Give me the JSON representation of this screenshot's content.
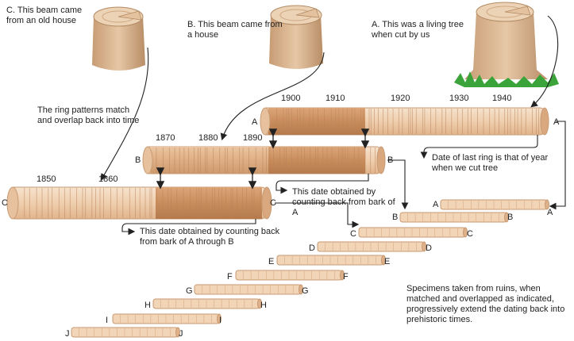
{
  "captions": {
    "beam_c": "C. This beam came from an old house",
    "beam_b": "B. This beam came from a house",
    "tree_a": "A. This was a living tree when cut by us"
  },
  "notes": {
    "rings_match": "The ring patterns match and overlap back into time",
    "last_ring": "Date of last ring is that of year when we cut tree",
    "count_back_a": "This date obtained by counting back from bark of A",
    "count_back_ab": "This date obtained by counting back from bark of A through B",
    "specimens": "Specimens taken from ruins, when matched and overlapped as indicated, progressively extend the dating back into prehistoric times."
  },
  "years": {
    "a": [
      "1900",
      "1910",
      "1920",
      "1930",
      "1940"
    ],
    "b": [
      "1870",
      "1880",
      "1890"
    ],
    "c": [
      "1850",
      "1860"
    ]
  },
  "beam_labels": {
    "a": "A",
    "b": "B",
    "c": "C",
    "d": "D",
    "e": "E",
    "f": "F",
    "g": "G",
    "h": "H",
    "i": "I",
    "j": "J"
  },
  "colors": {
    "wood_light": "#f1d3b6",
    "wood_dark": "#c98d5c",
    "wood_mid": "#e2b48c",
    "ring_line": "#b9825a",
    "bark": "#b98a63",
    "grass": "#3aa33a",
    "arrow": "#222222"
  }
}
